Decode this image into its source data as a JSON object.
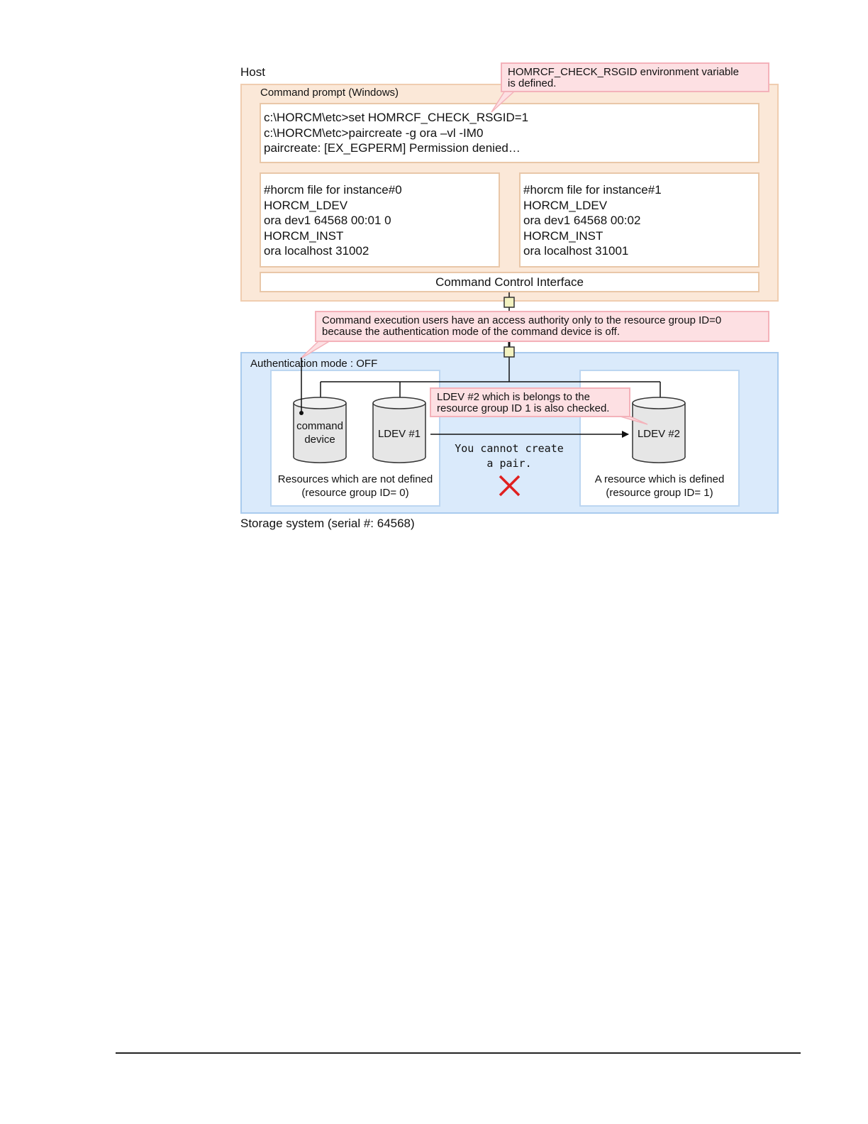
{
  "host": {
    "title": "Host",
    "command_prompt_label": "Command prompt (Windows)",
    "commands": [
      "c:\\HORCM\\etc>set HOMRCF_CHECK_RSGID=1",
      "c:\\HORCM\\etc>paircreate -g ora –vl -IM0",
      "paircreate: [EX_EGPERM] Permission denied…"
    ],
    "horcm_files": [
      {
        "lines": [
          "#horcm file for instance#0",
          "HORCM_LDEV",
          "ora dev1 64568 00:01 0",
          "HORCM_INST",
          "ora localhost 31002"
        ]
      },
      {
        "lines": [
          "#horcm file for instance#1",
          "HORCM_LDEV",
          "ora dev1 64568 00:02",
          "HORCM_INST",
          "ora localhost 31001"
        ]
      }
    ],
    "cci_label": "Command Control Interface"
  },
  "notes": {
    "env_variable": [
      "HOMRCF_CHECK_RSGID environment variable",
      "is defined."
    ],
    "access_authority": [
      "Command execution users have an access authority only to the resource group ID=0",
      "because the authentication mode of the command device is off."
    ],
    "ldev2_checked": [
      "LDEV #2 which is belongs to the",
      "resource group ID 1 is also checked."
    ]
  },
  "storage": {
    "auth_mode_label": "Authentication mode : OFF",
    "caption": "Storage system (serial #: 64568)",
    "command_device": [
      "command",
      "device"
    ],
    "ldev1": "LDEV #1",
    "ldev2": "LDEV #2",
    "cannot_create": [
      "You cannot create",
      "a pair."
    ],
    "undefined_resources": [
      "Resources which are not defined",
      "(resource group ID= 0)"
    ],
    "defined_resource": [
      "A resource which is defined",
      "(resource group ID= 1)"
    ]
  },
  "colors": {
    "host_fill": "#fbe8d8",
    "note_fill": "#fde0e3",
    "storage_fill": "#daeafb",
    "port_fill": "#f3f2c0",
    "error_x": "#e02020"
  }
}
